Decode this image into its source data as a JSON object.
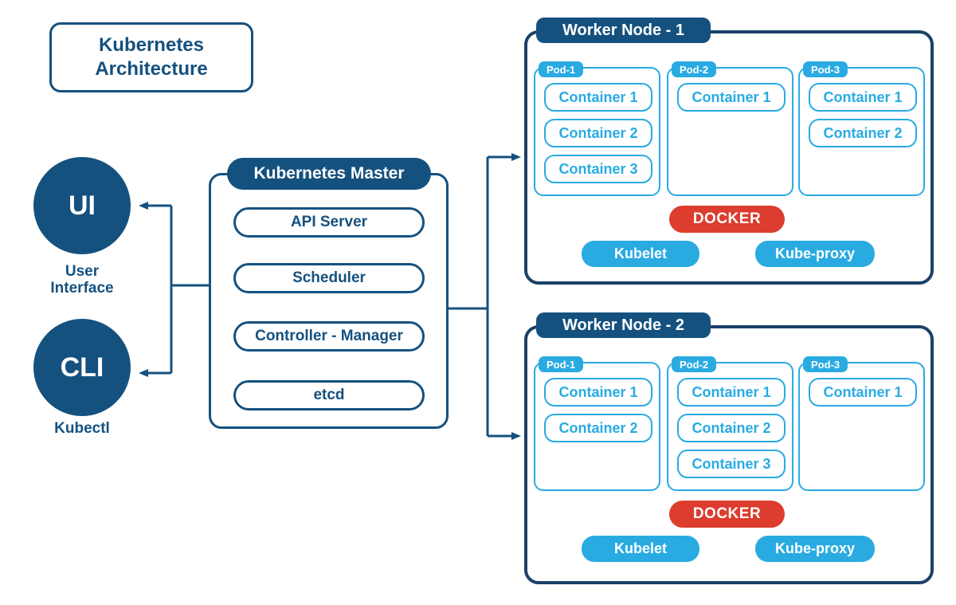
{
  "title": {
    "text": "Kubernetes\nArchitecture"
  },
  "clients": {
    "ui": {
      "abbr": "UI",
      "label": "User\nInterface"
    },
    "cli": {
      "abbr": "CLI",
      "label": "Kubectl"
    }
  },
  "master": {
    "title": "Kubernetes Master",
    "components": [
      "API Server",
      "Scheduler",
      "Controller - Manager",
      "etcd"
    ]
  },
  "workers": [
    {
      "title": "Worker Node - 1",
      "pods": [
        {
          "name": "Pod-1",
          "containers": [
            "Container 1",
            "Container 2",
            "Container 3"
          ]
        },
        {
          "name": "Pod-2",
          "containers": [
            "Container 1"
          ]
        },
        {
          "name": "Pod-3",
          "containers": [
            "Container 1",
            "Container 2"
          ]
        }
      ],
      "runtime": "DOCKER",
      "agents": [
        "Kubelet",
        "Kube-proxy"
      ]
    },
    {
      "title": "Worker Node - 2",
      "pods": [
        {
          "name": "Pod-1",
          "containers": [
            "Container 1",
            "Container 2"
          ]
        },
        {
          "name": "Pod-2",
          "containers": [
            "Container 1",
            "Container 2",
            "Container 3"
          ]
        },
        {
          "name": "Pod-3",
          "containers": [
            "Container 1"
          ]
        }
      ],
      "runtime": "DOCKER",
      "agents": [
        "Kubelet",
        "Kube-proxy"
      ]
    }
  ],
  "colors": {
    "dark_blue": "#15517F",
    "navy_border": "#1B4168",
    "light_blue": "#29ABE2",
    "red": "#DC3D2E"
  }
}
